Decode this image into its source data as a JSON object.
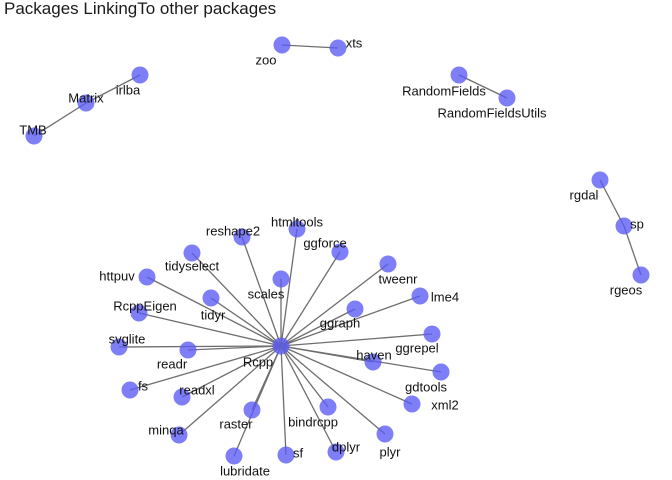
{
  "title": "Packages LinkingTo other packages",
  "colors": {
    "node": "#5a5af5",
    "edge": "#6e6e6e",
    "label": "#111111"
  },
  "nodes": [
    {
      "id": "TMB",
      "label": "TMB"
    },
    {
      "id": "Matrix",
      "label": "Matrix"
    },
    {
      "id": "irlba",
      "label": "irlba"
    },
    {
      "id": "zoo",
      "label": "zoo"
    },
    {
      "id": "xts",
      "label": "xts"
    },
    {
      "id": "RandomFields",
      "label": "RandomFields"
    },
    {
      "id": "RandomFieldsUtils",
      "label": "RandomFieldsUtils"
    },
    {
      "id": "rgdal",
      "label": "rgdal"
    },
    {
      "id": "sp",
      "label": "sp"
    },
    {
      "id": "rgeos",
      "label": "rgeos"
    },
    {
      "id": "Rcpp",
      "label": "Rcpp"
    },
    {
      "id": "reshape2",
      "label": "reshape2"
    },
    {
      "id": "htmltools",
      "label": "htmltools"
    },
    {
      "id": "ggforce",
      "label": "ggforce"
    },
    {
      "id": "tidyselect",
      "label": "tidyselect"
    },
    {
      "id": "tweenr",
      "label": "tweenr"
    },
    {
      "id": "httpuv",
      "label": "httpuv"
    },
    {
      "id": "scales",
      "label": "scales"
    },
    {
      "id": "lme4",
      "label": "lme4"
    },
    {
      "id": "tidyr",
      "label": "tidyr"
    },
    {
      "id": "RcppEigen",
      "label": "RcppEigen"
    },
    {
      "id": "ggraph",
      "label": "ggraph"
    },
    {
      "id": "ggrepel",
      "label": "ggrepel"
    },
    {
      "id": "svglite",
      "label": "svglite"
    },
    {
      "id": "readr",
      "label": "readr"
    },
    {
      "id": "haven",
      "label": "haven"
    },
    {
      "id": "gdtools",
      "label": "gdtools"
    },
    {
      "id": "fs",
      "label": "fs"
    },
    {
      "id": "readxl",
      "label": "readxl"
    },
    {
      "id": "xml2",
      "label": "xml2"
    },
    {
      "id": "raster",
      "label": "raster"
    },
    {
      "id": "bindrcpp",
      "label": "bindrcpp"
    },
    {
      "id": "minqa",
      "label": "minqa"
    },
    {
      "id": "sf",
      "label": "sf"
    },
    {
      "id": "dplyr",
      "label": "dplyr"
    },
    {
      "id": "plyr",
      "label": "plyr"
    },
    {
      "id": "lubridate",
      "label": "lubridate"
    }
  ],
  "edges": [
    [
      "TMB",
      "Matrix"
    ],
    [
      "Matrix",
      "irlba"
    ],
    [
      "zoo",
      "xts"
    ],
    [
      "RandomFields",
      "RandomFieldsUtils"
    ],
    [
      "rgdal",
      "sp"
    ],
    [
      "sp",
      "rgeos"
    ],
    [
      "Rcpp",
      "reshape2"
    ],
    [
      "Rcpp",
      "htmltools"
    ],
    [
      "Rcpp",
      "ggforce"
    ],
    [
      "Rcpp",
      "tidyselect"
    ],
    [
      "Rcpp",
      "tweenr"
    ],
    [
      "Rcpp",
      "httpuv"
    ],
    [
      "Rcpp",
      "scales"
    ],
    [
      "Rcpp",
      "lme4"
    ],
    [
      "Rcpp",
      "tidyr"
    ],
    [
      "Rcpp",
      "RcppEigen"
    ],
    [
      "Rcpp",
      "ggraph"
    ],
    [
      "Rcpp",
      "ggrepel"
    ],
    [
      "Rcpp",
      "svglite"
    ],
    [
      "Rcpp",
      "readr"
    ],
    [
      "Rcpp",
      "haven"
    ],
    [
      "Rcpp",
      "gdtools"
    ],
    [
      "Rcpp",
      "fs"
    ],
    [
      "Rcpp",
      "readxl"
    ],
    [
      "Rcpp",
      "xml2"
    ],
    [
      "Rcpp",
      "raster"
    ],
    [
      "Rcpp",
      "bindrcpp"
    ],
    [
      "Rcpp",
      "minqa"
    ],
    [
      "Rcpp",
      "sf"
    ],
    [
      "Rcpp",
      "dplyr"
    ],
    [
      "Rcpp",
      "plyr"
    ],
    [
      "Rcpp",
      "lubridate"
    ]
  ]
}
